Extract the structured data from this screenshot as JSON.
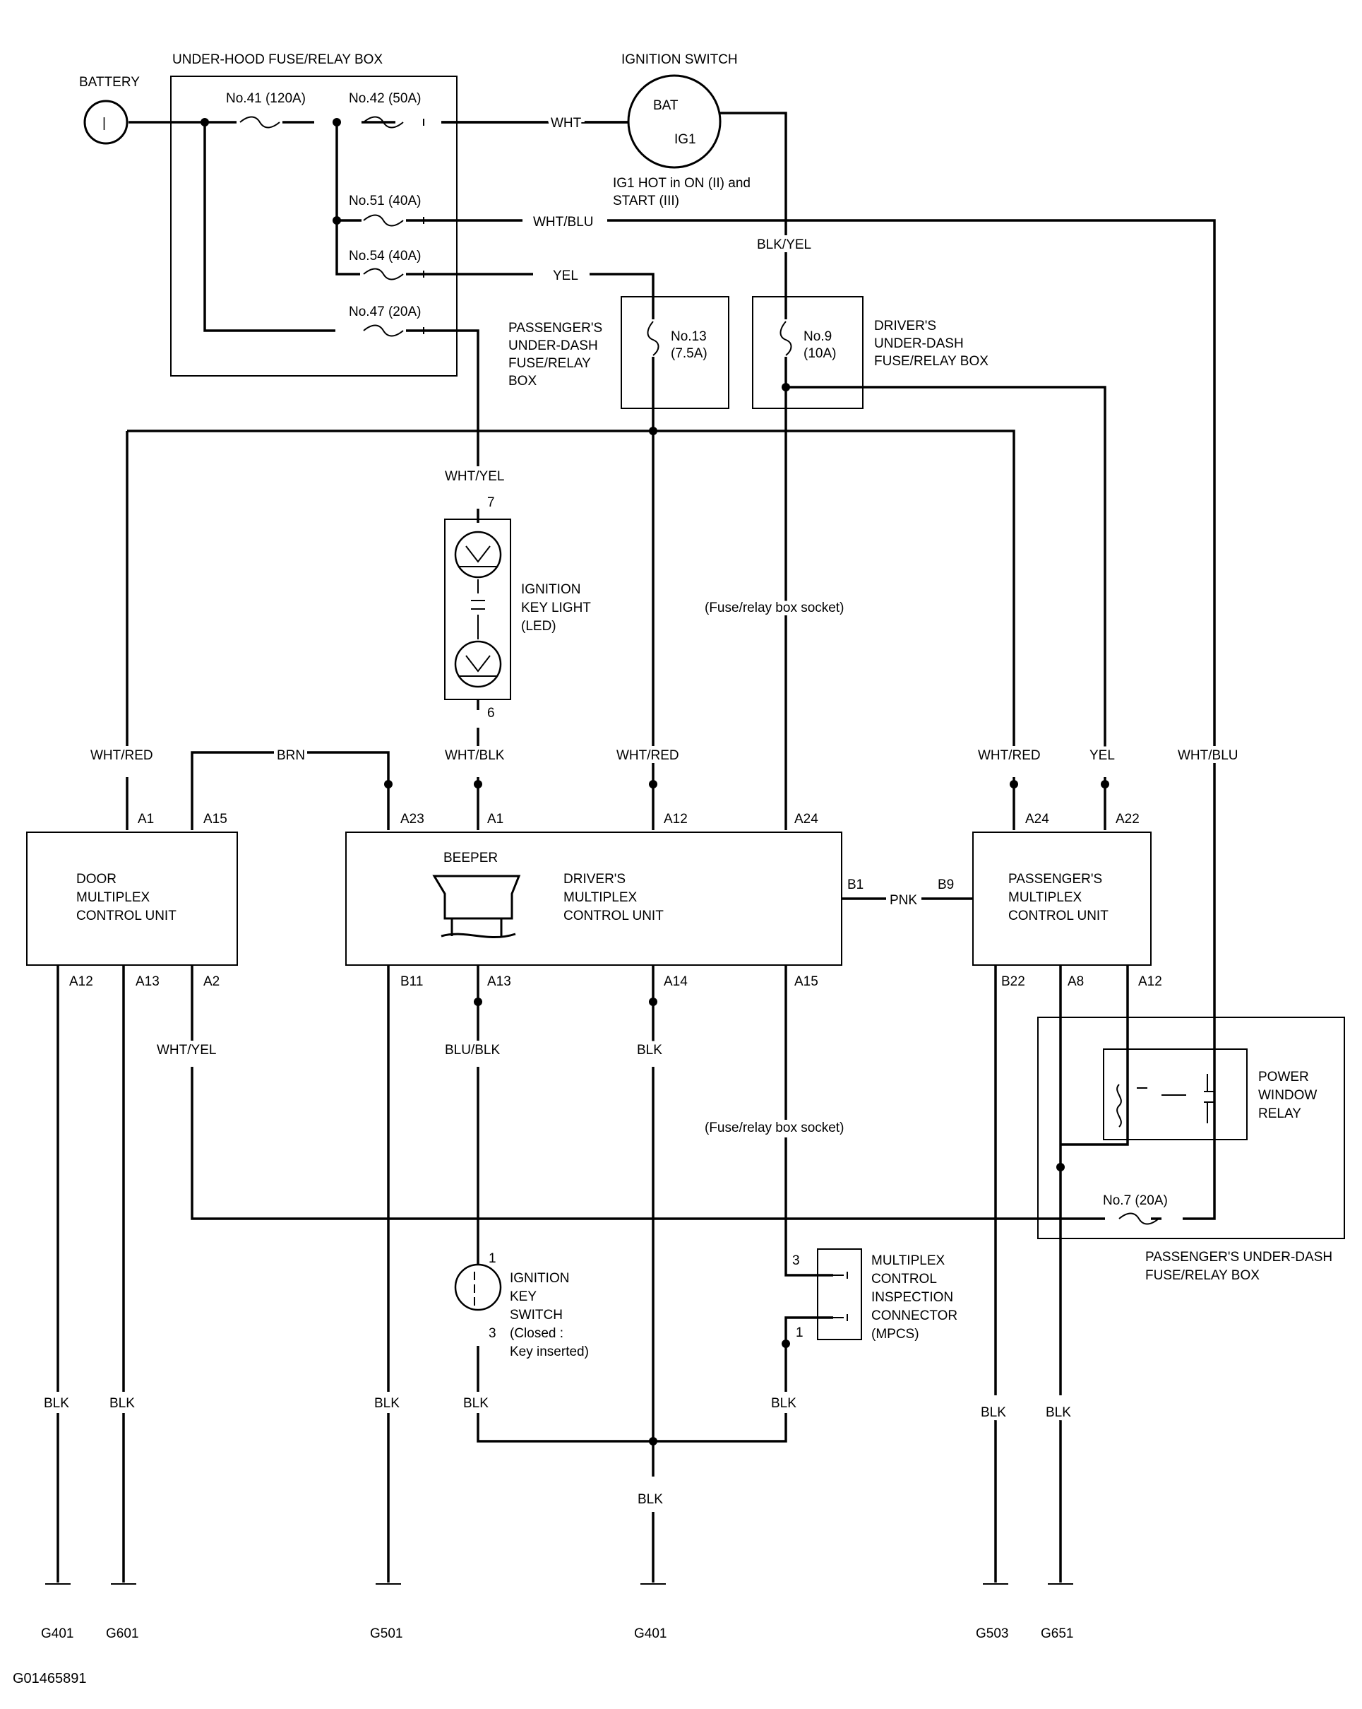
{
  "title_code": "G01465891",
  "components": {
    "battery": "BATTERY",
    "battery_symbol": "|",
    "under_hood_box": "UNDER-HOOD FUSE/RELAY BOX",
    "ignition_switch": "IGNITION SWITCH",
    "ign_bat": "BAT",
    "ign_ig1": "IG1",
    "ig1_note_1": "IG1 HOT in ON (II) and",
    "ig1_note_2": "START (III)",
    "pass_fuse_box": [
      "PASSENGER'S",
      "UNDER-DASH",
      "FUSE/RELAY",
      "BOX"
    ],
    "driver_fuse_box": [
      "DRIVER'S",
      "UNDER-DASH",
      "FUSE/RELAY BOX"
    ],
    "key_light": [
      "IGNITION",
      "KEY LIGHT",
      "(LED)"
    ],
    "door_unit": [
      "DOOR",
      "MULTIPLEX",
      "CONTROL UNIT"
    ],
    "beeper": "BEEPER",
    "driver_unit": [
      "DRIVER'S",
      "MULTIPLEX",
      "CONTROL UNIT"
    ],
    "pass_unit": [
      "PASSENGER'S",
      "MULTIPLEX",
      "CONTROL UNIT"
    ],
    "power_window_relay": [
      "POWER",
      "WINDOW",
      "RELAY"
    ],
    "pass_fuse_box_2": [
      "PASSENGER'S UNDER-DASH",
      "FUSE/RELAY BOX"
    ],
    "ignition_key_switch": [
      "IGNITION",
      "KEY",
      "SWITCH",
      "(Closed :",
      "Key inserted)"
    ],
    "mpcs": [
      "MULTIPLEX",
      "CONTROL",
      "INSPECTION",
      "CONNECTOR",
      "(MPCS)"
    ]
  },
  "fuses": {
    "f41": "No.41 (120A)",
    "f42": "No.42 (50A)",
    "f51": "No.51 (40A)",
    "f54": "No.54 (40A)",
    "f47": "No.47 (20A)",
    "f13": [
      "No.13",
      "(7.5A)"
    ],
    "f9": [
      "No.9",
      "(10A)"
    ],
    "f7": "No.7 (20A)"
  },
  "wires": {
    "wht": "WHT",
    "wht_blu": "WHT/BLU",
    "yel": "YEL",
    "blk_yel": "BLK/YEL",
    "wht_yel": "WHT/YEL",
    "wht_red": "WHT/RED",
    "brn": "BRN",
    "wht_blk": "WHT/BLK",
    "pnk": "PNK",
    "blu_blk": "BLU/BLK",
    "blk": "BLK",
    "socket": "(Fuse/relay box socket)"
  },
  "pins": {
    "p7": "7",
    "p6": "6",
    "door_a1": "A1",
    "door_a15": "A15",
    "door_a12": "A12",
    "door_a13": "A13",
    "door_a2": "A2",
    "drv_a23": "A23",
    "drv_a1": "A1",
    "drv_a12": "A12",
    "drv_a24": "A24",
    "drv_b1": "B1",
    "drv_b11": "B11",
    "drv_a13": "A13",
    "drv_a14": "A14",
    "drv_a15": "A15",
    "pas_a24": "A24",
    "pas_a22": "A22",
    "pas_b9": "B9",
    "pas_b22": "B22",
    "pas_a8": "A8",
    "pas_a12": "A12",
    "ks_1": "1",
    "ks_3": "3",
    "mpcs_3": "3",
    "mpcs_1": "1"
  },
  "grounds": {
    "g1": "G401",
    "g2": "G601",
    "g3": "G501",
    "g4": "G401",
    "g5": "G503",
    "g6": "G651"
  }
}
